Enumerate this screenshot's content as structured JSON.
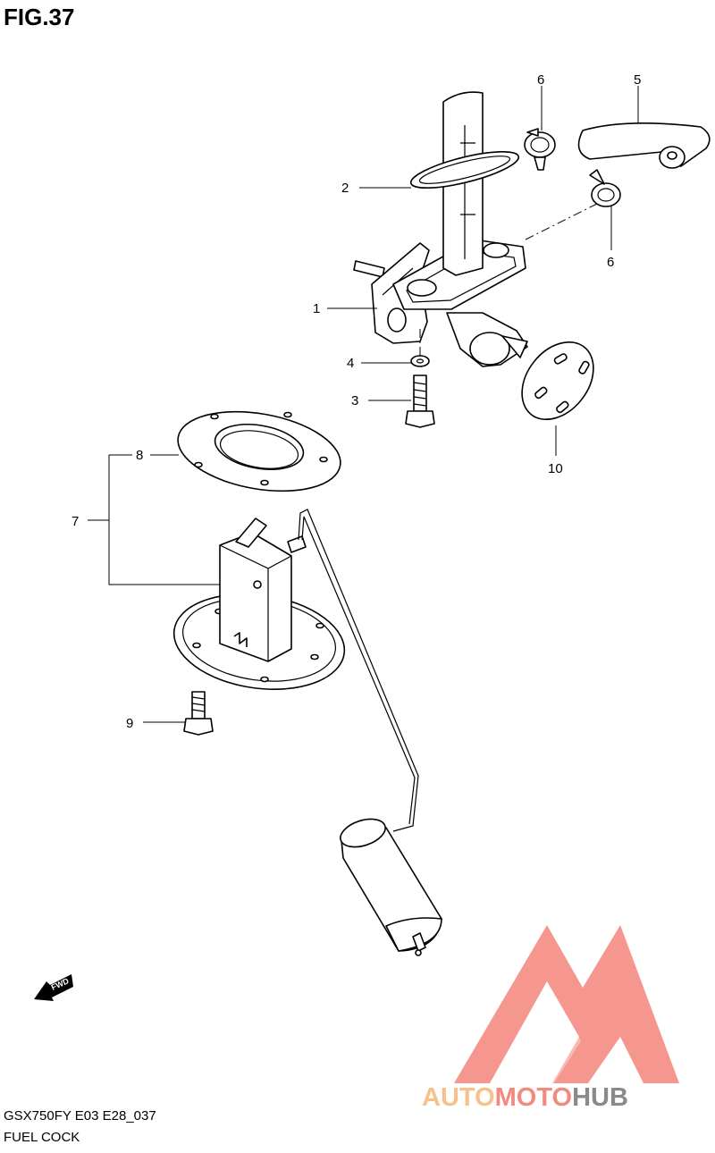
{
  "figure": {
    "title": "FIG.37",
    "model_code": "GSX750FY E03 E28_037",
    "caption": "FUEL COCK"
  },
  "callouts": [
    {
      "id": "c1",
      "label": "1"
    },
    {
      "id": "c2",
      "label": "2"
    },
    {
      "id": "c3",
      "label": "3"
    },
    {
      "id": "c4",
      "label": "4"
    },
    {
      "id": "c5",
      "label": "5"
    },
    {
      "id": "c6a",
      "label": "6"
    },
    {
      "id": "c6b",
      "label": "6"
    },
    {
      "id": "c7",
      "label": "7"
    },
    {
      "id": "c8",
      "label": "8"
    },
    {
      "id": "c9",
      "label": "9"
    },
    {
      "id": "c10",
      "label": "10"
    }
  ],
  "direction_marker": {
    "label": "FWD"
  },
  "watermark": {
    "part1": "AUTO",
    "part2": "MOTO",
    "part3": "HUB",
    "colors": {
      "auto": "#f6c28b",
      "moto": "#f48a7f",
      "hub": "#8a8a8a",
      "logo": "#f4847c"
    }
  }
}
